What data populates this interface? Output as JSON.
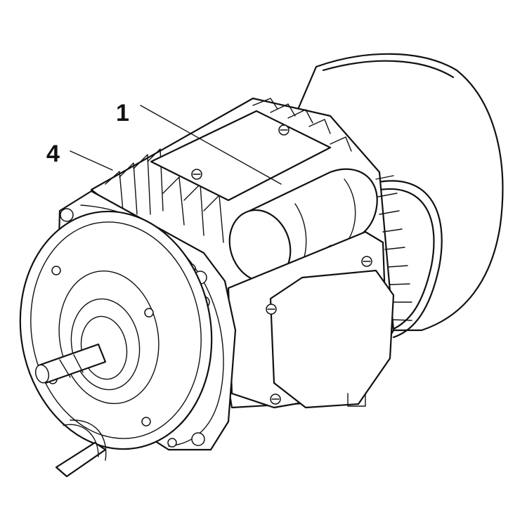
{
  "callouts": [
    {
      "id": "1",
      "label": "1"
    },
    {
      "id": "4",
      "label": "4"
    }
  ],
  "colors": {
    "line": "#111111",
    "background": "#ffffff"
  }
}
